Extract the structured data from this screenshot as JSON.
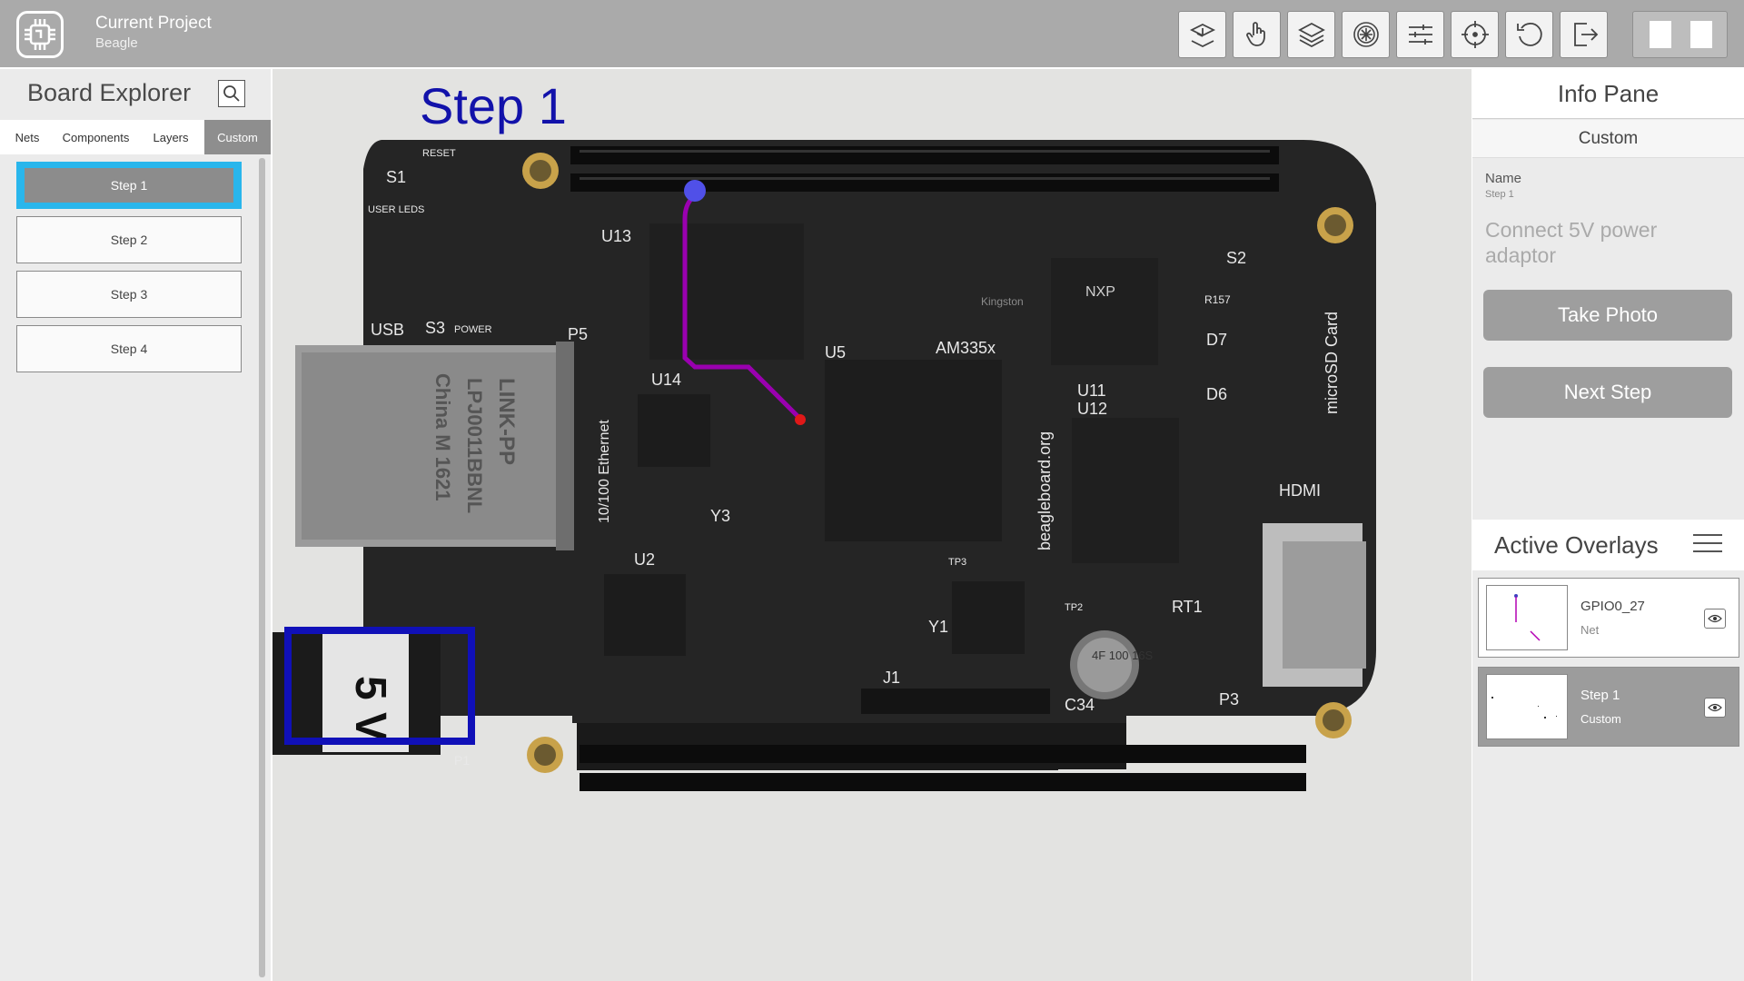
{
  "header": {
    "title": "Current Project",
    "project_name": "Beagle",
    "toolbar": [
      {
        "name": "board-view-icon"
      },
      {
        "name": "hand-pointer-icon"
      },
      {
        "name": "layers-icon"
      },
      {
        "name": "snowflake-chip-icon"
      },
      {
        "name": "sliders-icon"
      },
      {
        "name": "crosshair-icon"
      },
      {
        "name": "refresh-icon"
      },
      {
        "name": "exit-icon"
      }
    ]
  },
  "left_panel": {
    "title": "Board Explorer",
    "tabs": [
      {
        "label": "Nets",
        "active": false
      },
      {
        "label": "Components",
        "active": false
      },
      {
        "label": "Layers",
        "active": false
      },
      {
        "label": "Custom",
        "active": true
      }
    ],
    "steps": [
      {
        "label": "Step 1",
        "selected": true
      },
      {
        "label": "Step 2",
        "selected": false
      },
      {
        "label": "Step 3",
        "selected": false
      },
      {
        "label": "Step 4",
        "selected": false
      }
    ]
  },
  "main": {
    "step_heading": "Step 1",
    "board_labels": {
      "s1": "S1",
      "reset": "RESET",
      "user_leds": "USER LEDS",
      "usb": "USB",
      "s3": "S3",
      "power": "POWER",
      "u13": "U13",
      "p5": "P5",
      "u14": "U14",
      "u5": "U5",
      "am335x": "AM335x",
      "u2": "U2",
      "y3": "Y3",
      "u11": "U11",
      "u12": "U12",
      "d7": "D7",
      "d6": "D6",
      "s2": "S2",
      "r157": "R157",
      "hdmi": "HDMI",
      "microsd": "microSD Card",
      "rt1": "RT1",
      "p3": "P3",
      "c34": "C34",
      "j1": "J1",
      "y1": "Y1",
      "tp2": "TP2",
      "tp3": "TP3",
      "p1": "P1",
      "ethernet": "10/100 Ethernet",
      "beagleboard": "beagleboard.org",
      "jack_1": "LINK-PP",
      "jack_2": "LPJ0011BBNL",
      "jack_3": "China M 1621",
      "cap": "4F 100 16S",
      "kingston": "Kingston",
      "nxp": "NXP",
      "barrel": "5 V"
    }
  },
  "right_panel": {
    "title": "Info Pane",
    "section": "Custom",
    "name_label": "Name",
    "name_value": "Step 1",
    "instruction": "Connect 5V power adaptor",
    "take_photo_label": "Take Photo",
    "next_step_label": "Next Step",
    "overlays_title": "Active Overlays",
    "overlays": [
      {
        "name": "GPIO0_27",
        "type": "Net",
        "active": false,
        "thumb_color": "#b400b4"
      },
      {
        "name": "Step 1",
        "type": "Custom",
        "active": true,
        "thumb_color": "#333333"
      }
    ]
  },
  "colors": {
    "heading": "#1212aa",
    "trace": "#9a00b0",
    "trace_start": "#5050e8",
    "trace_end": "#e01818",
    "highlight_box": "#1010b8",
    "selected_accent": "#29b6ec"
  }
}
